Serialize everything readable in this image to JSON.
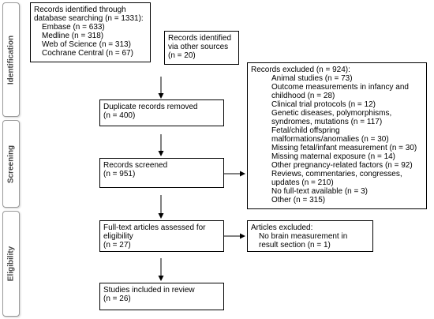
{
  "phases": {
    "identification": "Identification",
    "screening": "Screening",
    "eligibility": "Eligibility"
  },
  "database_records": {
    "line1": "Records identified through",
    "line2": "database searching (n = 1331):",
    "sources": [
      "Embase (n = 633)",
      "Medline (n = 318)",
      "Web of Science (n = 313)",
      "Cochrane Central (n = 67)"
    ]
  },
  "other_sources": {
    "line1": "Records identified",
    "line2": "via other sources",
    "line3": "(n = 20)"
  },
  "duplicates_removed": {
    "line1": "Duplicate records removed",
    "line2": "(n = 400)"
  },
  "records_screened": {
    "line1": "Records screened",
    "line2": "(n = 951)"
  },
  "records_excluded": {
    "header": "Records excluded (n = 924):",
    "reasons": [
      "Animal studies (n = 73)",
      "Outcome measurements in infancy and",
      "childhood (n = 28)",
      "Clinical trial protocols (n = 12)",
      "Genetic diseases, polymorphisms,",
      "syndromes, mutations (n = 117)",
      "Fetal/child offspring",
      "malformations/anomalies (n = 30)",
      "Missing fetal/infant measurement (n = 30)",
      "Missing maternal exposure (n = 14)",
      "Other pregnancy-related factors (n = 92)",
      "Reviews, commentaries, congresses,",
      "updates (n = 210)",
      "No full-text available (n = 3)",
      "Other (n = 315)"
    ]
  },
  "fulltext_assessed": {
    "line1": "Full-text articles assessed for",
    "line2": "eligibility",
    "line3": "(n = 27)"
  },
  "articles_excluded": {
    "header": "Articles excluded:",
    "line1": "No brain measurement in",
    "line2": "result section (n = 1)"
  },
  "included": {
    "line1": "Studies included in review",
    "line2": "(n = 26)"
  }
}
